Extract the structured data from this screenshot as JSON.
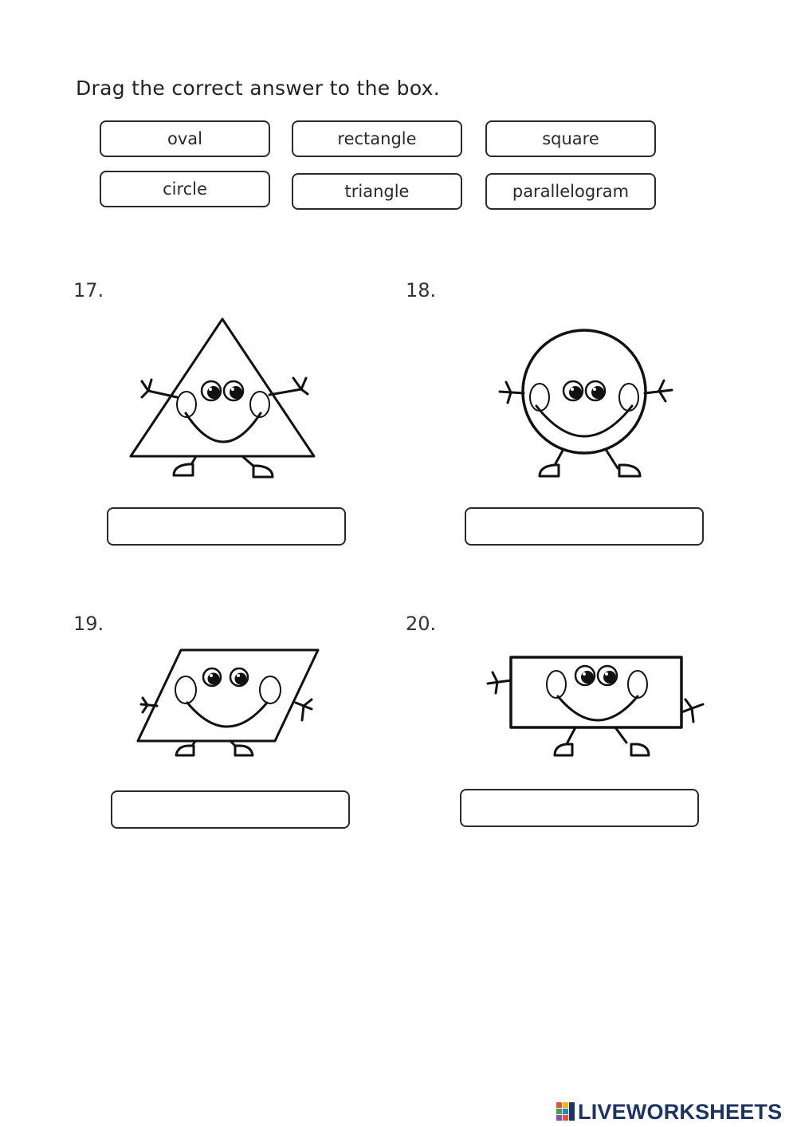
{
  "instruction": "Drag the correct answer to the box.",
  "options": [
    "oval",
    "rectangle",
    "square",
    "circle",
    "triangle",
    "parallelogram"
  ],
  "questions": [
    {
      "number": "17.",
      "shape_icon": "triangle-character-icon"
    },
    {
      "number": "18.",
      "shape_icon": "circle-character-icon"
    },
    {
      "number": "19.",
      "shape_icon": "parallelogram-character-icon"
    },
    {
      "number": "20.",
      "shape_icon": "rectangle-character-icon"
    }
  ],
  "brand": {
    "name": "LIVEWORKSHEETS",
    "color": "#1d3461"
  }
}
